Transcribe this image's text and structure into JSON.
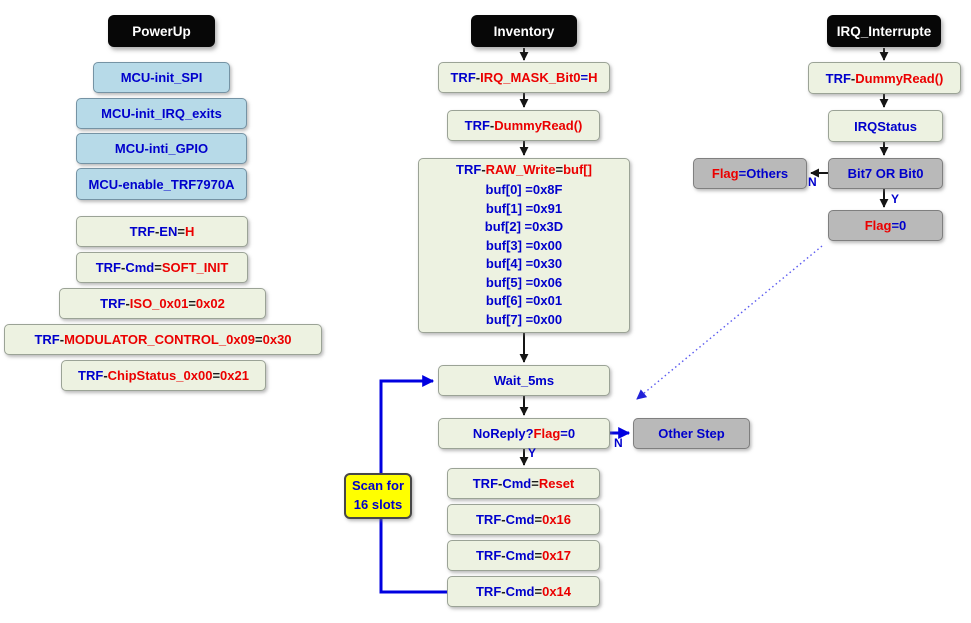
{
  "palette": {
    "text_blue": "#0000CC",
    "text_red": "#EB0000",
    "text_dark": "#1A1A1A",
    "box_green": "#EDF2E1",
    "box_light_blue": "#B7DAE8",
    "box_gray": "#B9B9B9",
    "box_yellow": "#FFFF00",
    "header_bg": "#070707",
    "header_fg": "#FFFFFF",
    "wire_black": "#151515",
    "wire_blue": "#0000E0"
  },
  "powerup": {
    "header": "PowerUp",
    "boxes": [
      {
        "name": "mcu-init-spi",
        "segments": [
          {
            "t": "MCU-init_SPI",
            "c": "blue"
          }
        ]
      },
      {
        "name": "mcu-init-irq-exits",
        "segments": [
          {
            "t": "MCU-init_IRQ_exits",
            "c": "blue"
          }
        ]
      },
      {
        "name": "mcu-inti-gpio",
        "segments": [
          {
            "t": "MCU-inti_GPIO",
            "c": "blue"
          }
        ]
      },
      {
        "name": "mcu-enable-trf7970a",
        "segments": [
          {
            "t": "MCU-enable_TRF7970A",
            "c": "blue"
          }
        ]
      },
      {
        "name": "trf-en",
        "segments": [
          {
            "t": "TRF",
            "c": "blue"
          },
          {
            "t": "-",
            "c": "dark"
          },
          {
            "t": "EN",
            "c": "blue"
          },
          {
            "t": "=",
            "c": "dark"
          },
          {
            "t": "H",
            "c": "red"
          }
        ]
      },
      {
        "name": "trf-cmd-softinit",
        "segments": [
          {
            "t": "TRF",
            "c": "blue"
          },
          {
            "t": "-",
            "c": "dark"
          },
          {
            "t": "Cmd",
            "c": "blue"
          },
          {
            "t": "=",
            "c": "dark"
          },
          {
            "t": "SOFT_INIT",
            "c": "red"
          }
        ]
      },
      {
        "name": "trf-iso",
        "segments": [
          {
            "t": "TRF",
            "c": "blue"
          },
          {
            "t": "-",
            "c": "dark"
          },
          {
            "t": "ISO_0x01",
            "c": "red"
          },
          {
            "t": "=",
            "c": "dark"
          },
          {
            "t": "0x02",
            "c": "red"
          }
        ]
      },
      {
        "name": "trf-modulator",
        "segments": [
          {
            "t": "TRF",
            "c": "blue"
          },
          {
            "t": "-",
            "c": "dark"
          },
          {
            "t": "MODULATOR_CONTROL_0x09",
            "c": "red"
          },
          {
            "t": "=",
            "c": "dark"
          },
          {
            "t": "0x30",
            "c": "red"
          }
        ]
      },
      {
        "name": "trf-chipstatus",
        "segments": [
          {
            "t": "TRF",
            "c": "blue"
          },
          {
            "t": "-",
            "c": "dark"
          },
          {
            "t": "ChipStatus_0x00",
            "c": "red"
          },
          {
            "t": "=",
            "c": "dark"
          },
          {
            "t": "0x21",
            "c": "red"
          }
        ]
      }
    ]
  },
  "inventory": {
    "header": "Inventory",
    "irq_mask": [
      {
        "t": "TRF",
        "c": "blue"
      },
      {
        "t": "-",
        "c": "dark"
      },
      {
        "t": "IRQ_MASK_Bit0",
        "c": "red"
      },
      {
        "t": "=",
        "c": "blue"
      },
      {
        "t": "H",
        "c": "red"
      }
    ],
    "dummy_read": [
      {
        "t": "TRF",
        "c": "blue"
      },
      {
        "t": "-",
        "c": "dark"
      },
      {
        "t": "DummyRead()",
        "c": "red"
      }
    ],
    "raw_write": {
      "title": [
        {
          "t": "TRF",
          "c": "blue"
        },
        {
          "t": "-",
          "c": "dark"
        },
        {
          "t": "RAW_Write",
          "c": "red"
        },
        {
          "t": "=",
          "c": "dark"
        },
        {
          "t": "buf[]",
          "c": "red"
        }
      ],
      "buf_lines": [
        "buf[0] =0x8F",
        "buf[1] =0x91",
        "buf[2] =0x3D",
        "buf[3] =0x00",
        "buf[4] =0x30",
        "buf[5] =0x06",
        "buf[6] =0x01",
        "buf[7] =0x00"
      ]
    },
    "wait": [
      {
        "t": "Wait_5ms",
        "c": "blue"
      }
    ],
    "noreply": [
      {
        "t": "NoReply? ",
        "c": "blue"
      },
      {
        "t": "Flag",
        "c": "red"
      },
      {
        "t": "=0",
        "c": "blue"
      }
    ],
    "other_step": [
      {
        "t": "Other Step",
        "c": "blue"
      }
    ],
    "cmd_boxes": [
      {
        "name": "trf-cmd-reset",
        "segments": [
          {
            "t": "TRF",
            "c": "blue"
          },
          {
            "t": "-",
            "c": "dark"
          },
          {
            "t": "Cmd",
            "c": "blue"
          },
          {
            "t": "=",
            "c": "dark"
          },
          {
            "t": "Reset",
            "c": "red"
          }
        ]
      },
      {
        "name": "trf-cmd-0x16",
        "segments": [
          {
            "t": "TRF",
            "c": "blue"
          },
          {
            "t": "-",
            "c": "dark"
          },
          {
            "t": "Cmd",
            "c": "blue"
          },
          {
            "t": "=",
            "c": "dark"
          },
          {
            "t": "0x16",
            "c": "red"
          }
        ]
      },
      {
        "name": "trf-cmd-0x17",
        "segments": [
          {
            "t": "TRF",
            "c": "blue"
          },
          {
            "t": "-",
            "c": "dark"
          },
          {
            "t": "Cmd",
            "c": "blue"
          },
          {
            "t": "=",
            "c": "dark"
          },
          {
            "t": "0x17",
            "c": "red"
          }
        ]
      },
      {
        "name": "trf-cmd-0x14",
        "segments": [
          {
            "t": "TRF",
            "c": "blue"
          },
          {
            "t": "-",
            "c": "dark"
          },
          {
            "t": "Cmd",
            "c": "blue"
          },
          {
            "t": "=",
            "c": "dark"
          },
          {
            "t": "0x14",
            "c": "red"
          }
        ]
      }
    ],
    "scan_note": {
      "line1": "Scan for",
      "line2": "16 slots"
    }
  },
  "irq": {
    "header": "IRQ_Interrupte",
    "dummy_read": [
      {
        "t": "TRF",
        "c": "blue"
      },
      {
        "t": "-",
        "c": "dark"
      },
      {
        "t": "DummyRead()",
        "c": "red"
      }
    ],
    "irq_status": [
      {
        "t": "IRQStatus",
        "c": "blue"
      }
    ],
    "bit7_or_bit0": [
      {
        "t": "Bit7 OR Bit0",
        "c": "blue"
      }
    ],
    "flag_others": [
      {
        "t": "Flag",
        "c": "red"
      },
      {
        "t": "=Others",
        "c": "blue"
      }
    ],
    "flag_zero": [
      {
        "t": "Flag",
        "c": "red"
      },
      {
        "t": "=0",
        "c": "blue"
      }
    ]
  },
  "edges": {
    "mid_no": "N",
    "mid_yes": "Y",
    "right_no": "N",
    "right_yes": "Y"
  }
}
